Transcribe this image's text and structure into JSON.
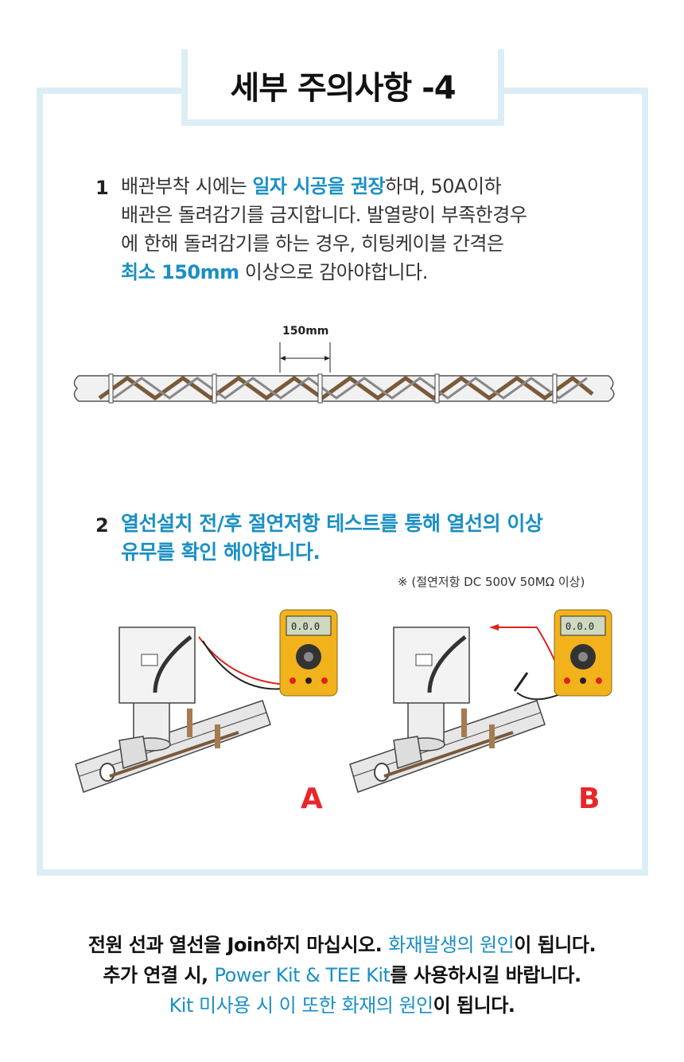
{
  "title": "세부 주의사항 -4",
  "item1": {
    "number": "1",
    "line1_a": "배관부착 시에는 ",
    "line1_hl": "일자 시공을 권장",
    "line1_b": "하며, 50A이하",
    "line2": "배관은 돌려감기를 금지합니다. 발열량이 부족한경우",
    "line3": "에 한해 돌려감기를 하는 경우, 히팅케이블 간격은",
    "line4_hl": "최소 150mm",
    "line4_b": " 이상으로 감아야합니다.",
    "diagram_label": "150mm"
  },
  "item2": {
    "number": "2",
    "line1": "열선설치 전/후 절연저항 테스트를 통해 열선의 이상",
    "line2": "유무를 확인 해야합니다.",
    "note": "※ (절연저항 DC 500V 50MΩ 이상)",
    "meter_display": "0.0.0",
    "label_a": "A",
    "label_b": "B"
  },
  "footer": {
    "l1_a": "전원 선과 열선을 Join하지 마십시오. ",
    "l1_hl": "화재발생의 원인",
    "l1_b": "이 됩니다.",
    "l2_a": "추가 연결 시, ",
    "l2_hl": "Power Kit & TEE Kit",
    "l2_b": "를 사용하시길 바랍니다.",
    "l3_hl": "Kit 미사용 시 이 또한 화재의 원인",
    "l3_b": "이 됩니다."
  },
  "colors": {
    "accent": "#1a8fc4",
    "frame": "#dcedf5",
    "label_red": "#e8262a",
    "cable": "#7a5a3a",
    "meter": "#f2b21c"
  }
}
